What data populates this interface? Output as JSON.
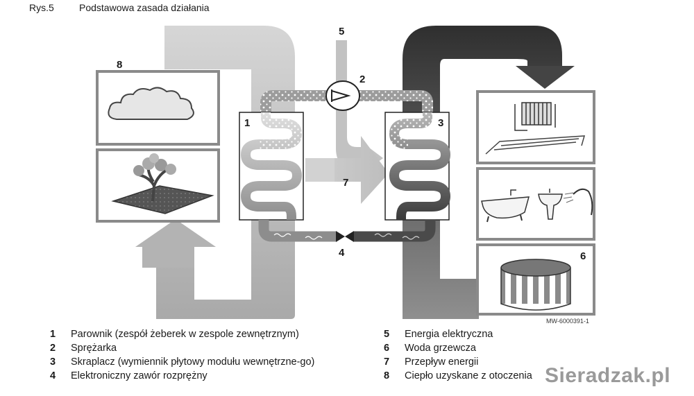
{
  "figure": {
    "number": "Rys.5",
    "title": "Podstawowa zasada działania",
    "reference": "MW-6000391-1"
  },
  "callouts": {
    "c1": "1",
    "c2": "2",
    "c3": "3",
    "c4": "4",
    "c5": "5",
    "c6": "6",
    "c7": "7",
    "c8": "8"
  },
  "legend": [
    {
      "num": "1",
      "text": "Parownik (zespół żeberek w zespole zewnętrznym)"
    },
    {
      "num": "2",
      "text": "Sprężarka"
    },
    {
      "num": "3",
      "text": "Skraplacz (wymiennik płytowy modułu wewnętrzne-go)"
    },
    {
      "num": "4",
      "text": "Elektroniczny zawór rozprężny"
    },
    {
      "num": "5",
      "text": "Energia elektryczna"
    },
    {
      "num": "6",
      "text": "Woda grzewcza"
    },
    {
      "num": "7",
      "text": "Przepływ energii"
    },
    {
      "num": "8",
      "text": "Ciepło uzyskane z otoczenia"
    }
  ],
  "watermark": "Sieradzak.pl",
  "colors": {
    "cold_loop": "#cccccc",
    "hot_loop": "#3d3d3d",
    "panel_border": "#8a8a8a",
    "ground": "#555555"
  }
}
